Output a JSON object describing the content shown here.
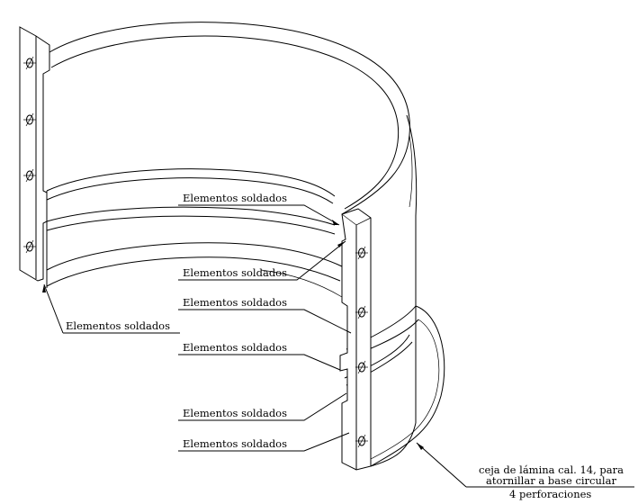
{
  "drawing": {
    "callouts": [
      {
        "id": "c1",
        "text": "Elementos soldados"
      },
      {
        "id": "c2",
        "text": "Elementos soldados"
      },
      {
        "id": "c3",
        "text": "Elementos soldados"
      },
      {
        "id": "c4",
        "text": "Elementos soldados"
      },
      {
        "id": "c5",
        "text": "Elementos soldados"
      },
      {
        "id": "c6",
        "text": "Elementos soldados"
      },
      {
        "id": "c7",
        "text": "Elementos soldados"
      }
    ],
    "note": {
      "line1": "ceja de lámina cal. 14, para",
      "line2": "atornillar a base circular",
      "line3": "4 perforaciones"
    },
    "bolt_symbol": "bolt-hole-crosshair-icon"
  }
}
